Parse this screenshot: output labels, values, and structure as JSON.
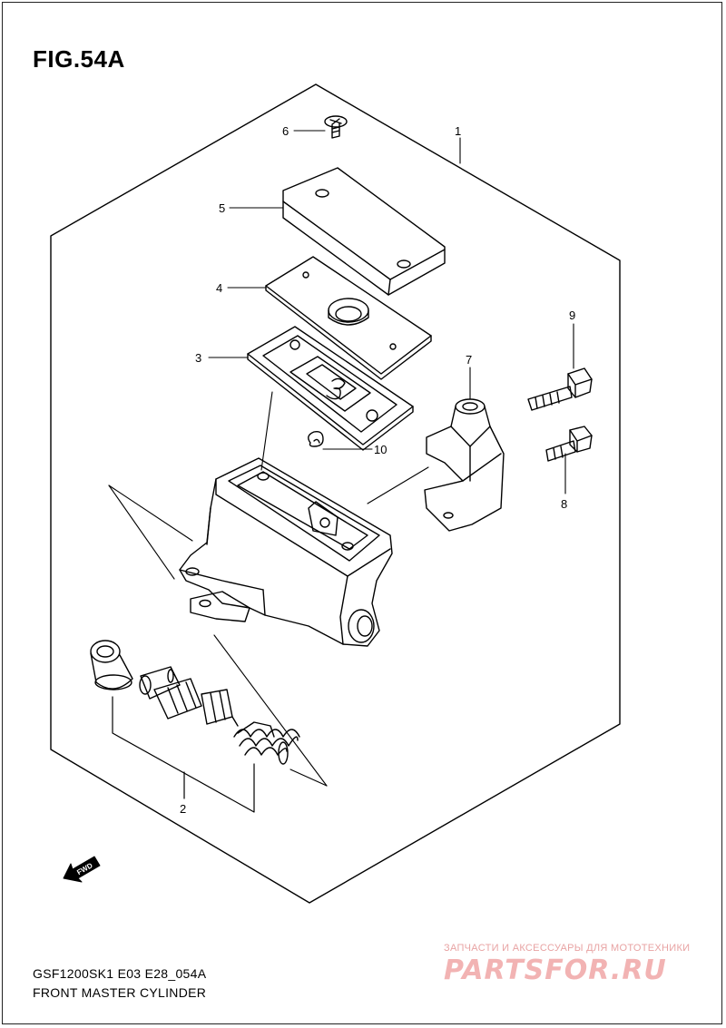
{
  "figure": {
    "title": "FIG.54A",
    "model_code": "GSF1200SK1 E03 E28_054A",
    "caption": "FRONT MASTER CYLINDER"
  },
  "callouts": [
    "1",
    "2",
    "3",
    "4",
    "5",
    "6",
    "7",
    "8",
    "9",
    "10"
  ],
  "fwd_label": "FWD",
  "watermark": {
    "tagline": "ЗАПЧАСТИ И АКСЕССУАРЫ ДЛЯ МОТОТЕХНИКИ",
    "logo": "PARTSFOR.RU"
  },
  "colors": {
    "line": "#000000",
    "watermark": "#f2b3b3"
  }
}
